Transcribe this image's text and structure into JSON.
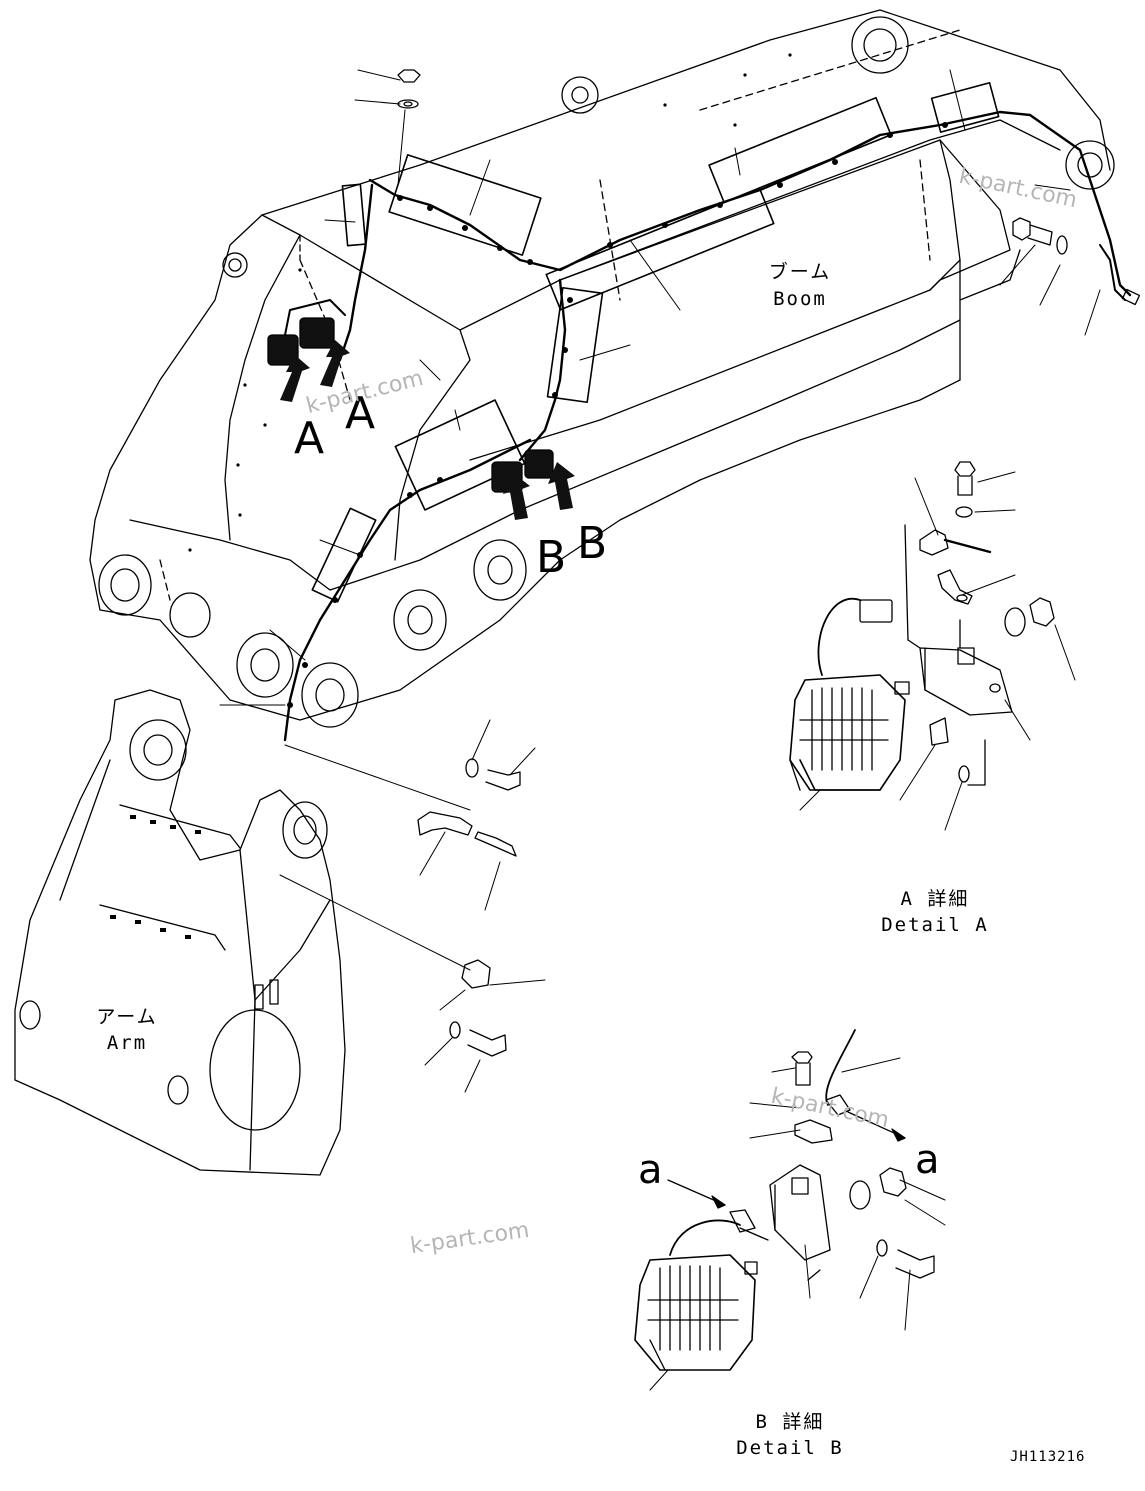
{
  "labels": {
    "boom_jp": "ブーム",
    "boom_en": "Boom",
    "arm_jp": "アーム",
    "arm_en": "Arm",
    "detail_a_jp": "A 詳細",
    "detail_a_en": "Detail A",
    "detail_b_jp": "B 詳細",
    "detail_b_en": "Detail B",
    "drawing_no": "JH113216"
  },
  "view_markers": {
    "a_letter": "A",
    "b_letter": "B",
    "a_small": "a"
  },
  "watermarks": {
    "text": "k-part.com"
  }
}
